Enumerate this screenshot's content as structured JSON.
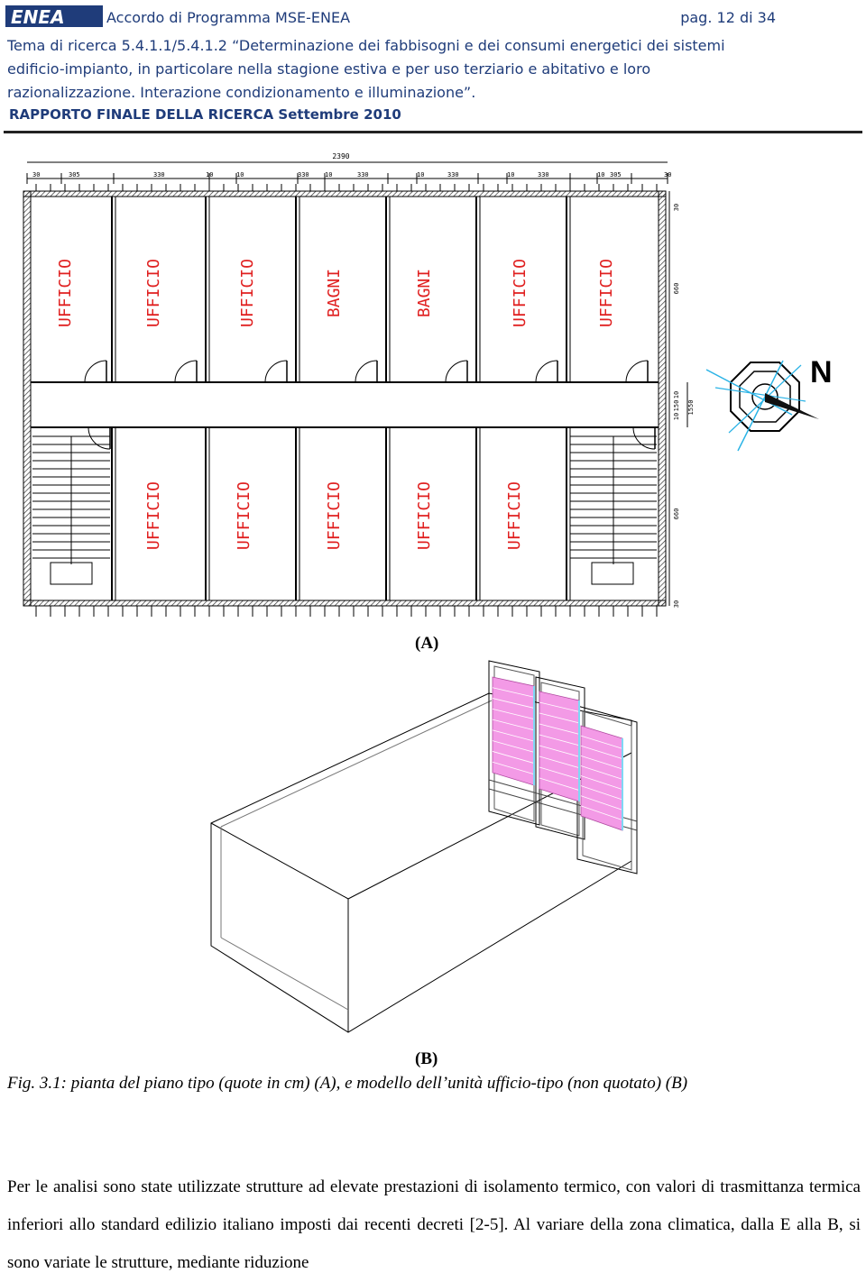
{
  "header": {
    "logo_text": "ENEA",
    "program": "Accordo di Programma MSE-ENEA",
    "page": "pag. 12 di 34",
    "topic_line1": "Tema di ricerca 5.4.1.1/5.4.1.2 “Determinazione dei fabbisogni e dei consumi energetici dei sistemi",
    "topic_line2": "edificio-impianto, in particolare nella stagione estiva e per uso terziario e abitativo e loro",
    "topic_line3": "razionalizzazione. Interazione condizionamento e illuminazione”.",
    "report": "RAPPORTO FINALE DELLA RICERCA Settembre 2010"
  },
  "plan": {
    "total_width": "2390",
    "top_dims": [
      "30",
      "305",
      "10",
      "330",
      "10",
      "330",
      "10",
      "330",
      "10",
      "330",
      "10",
      "330",
      "10",
      "305",
      "30"
    ],
    "right_dims": [
      "30",
      "660",
      "10",
      "150",
      "10",
      "660",
      "30"
    ],
    "total_height": "1550",
    "top_rooms": [
      "UFFICIO",
      "UFFICIO",
      "UFFICIO",
      "BAGNI",
      "BAGNI",
      "UFFICIO",
      "UFFICIO"
    ],
    "bottom_rooms": [
      "UFFICIO",
      "UFFICIO",
      "UFFICIO",
      "UFFICIO",
      "UFFICIO"
    ],
    "compass_label": "N",
    "label": "(A)"
  },
  "model": {
    "label": "(B)",
    "window_color": "#f39ae6"
  },
  "caption": "Fig. 3.1: pianta del piano tipo (quote in cm) (A), e modello dell’unità ufficio-tipo (non quotato) (B)",
  "body": {
    "paragraph": "Per le analisi sono state utilizzate strutture ad elevate prestazioni di isolamento termico, con valori di trasmittanza termica inferiori allo standard edilizio italiano imposti dai recenti decreti [2-5]. Al variare della zona climatica, dalla E alla B, si sono variate le strutture, mediante riduzione"
  },
  "colors": {
    "header_blue": "#1f3c7a",
    "room_label_red": "#e02020",
    "compass_cyan": "#2ab3e6"
  }
}
